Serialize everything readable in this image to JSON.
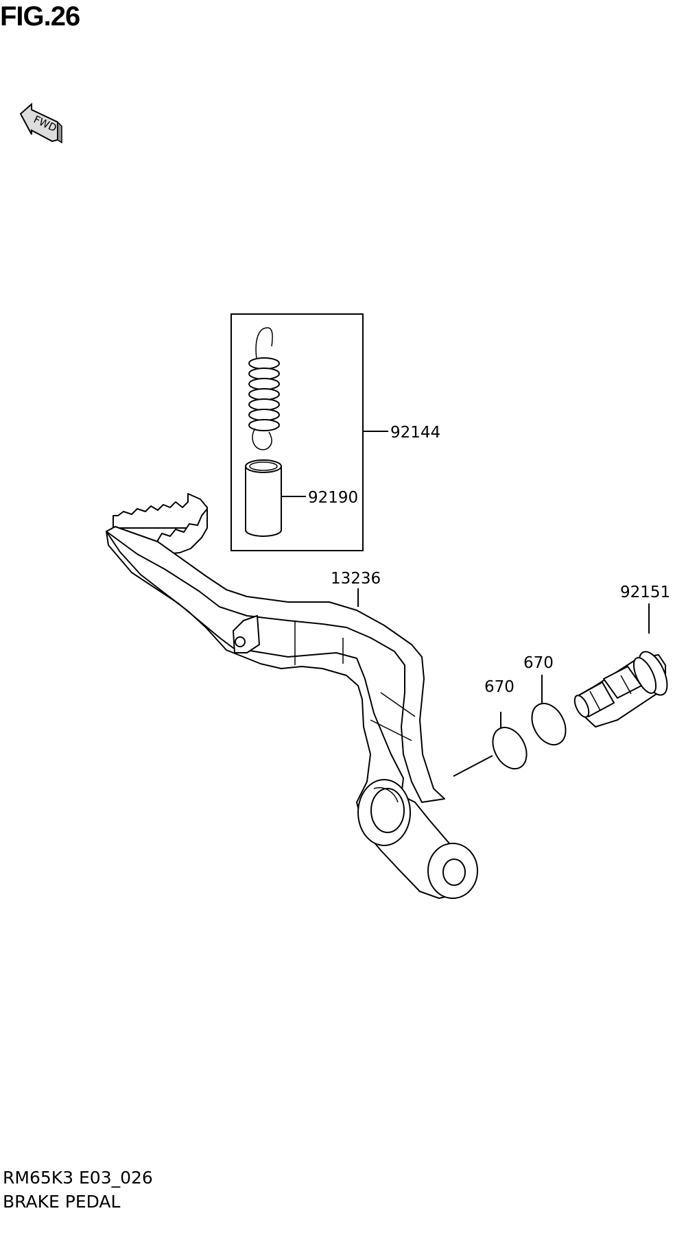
{
  "figure": {
    "title": "FIG.26",
    "fwd_label": "FWD"
  },
  "callouts": {
    "spring_kit": "92144",
    "collar": "92190",
    "brake_pedal": "13236",
    "pivot_bolt": "92151",
    "o_ring_inner": "670",
    "o_ring_outer": "670"
  },
  "footer": {
    "model_code": "RM65K3 E03_026",
    "section_name": "BRAKE PEDAL"
  }
}
